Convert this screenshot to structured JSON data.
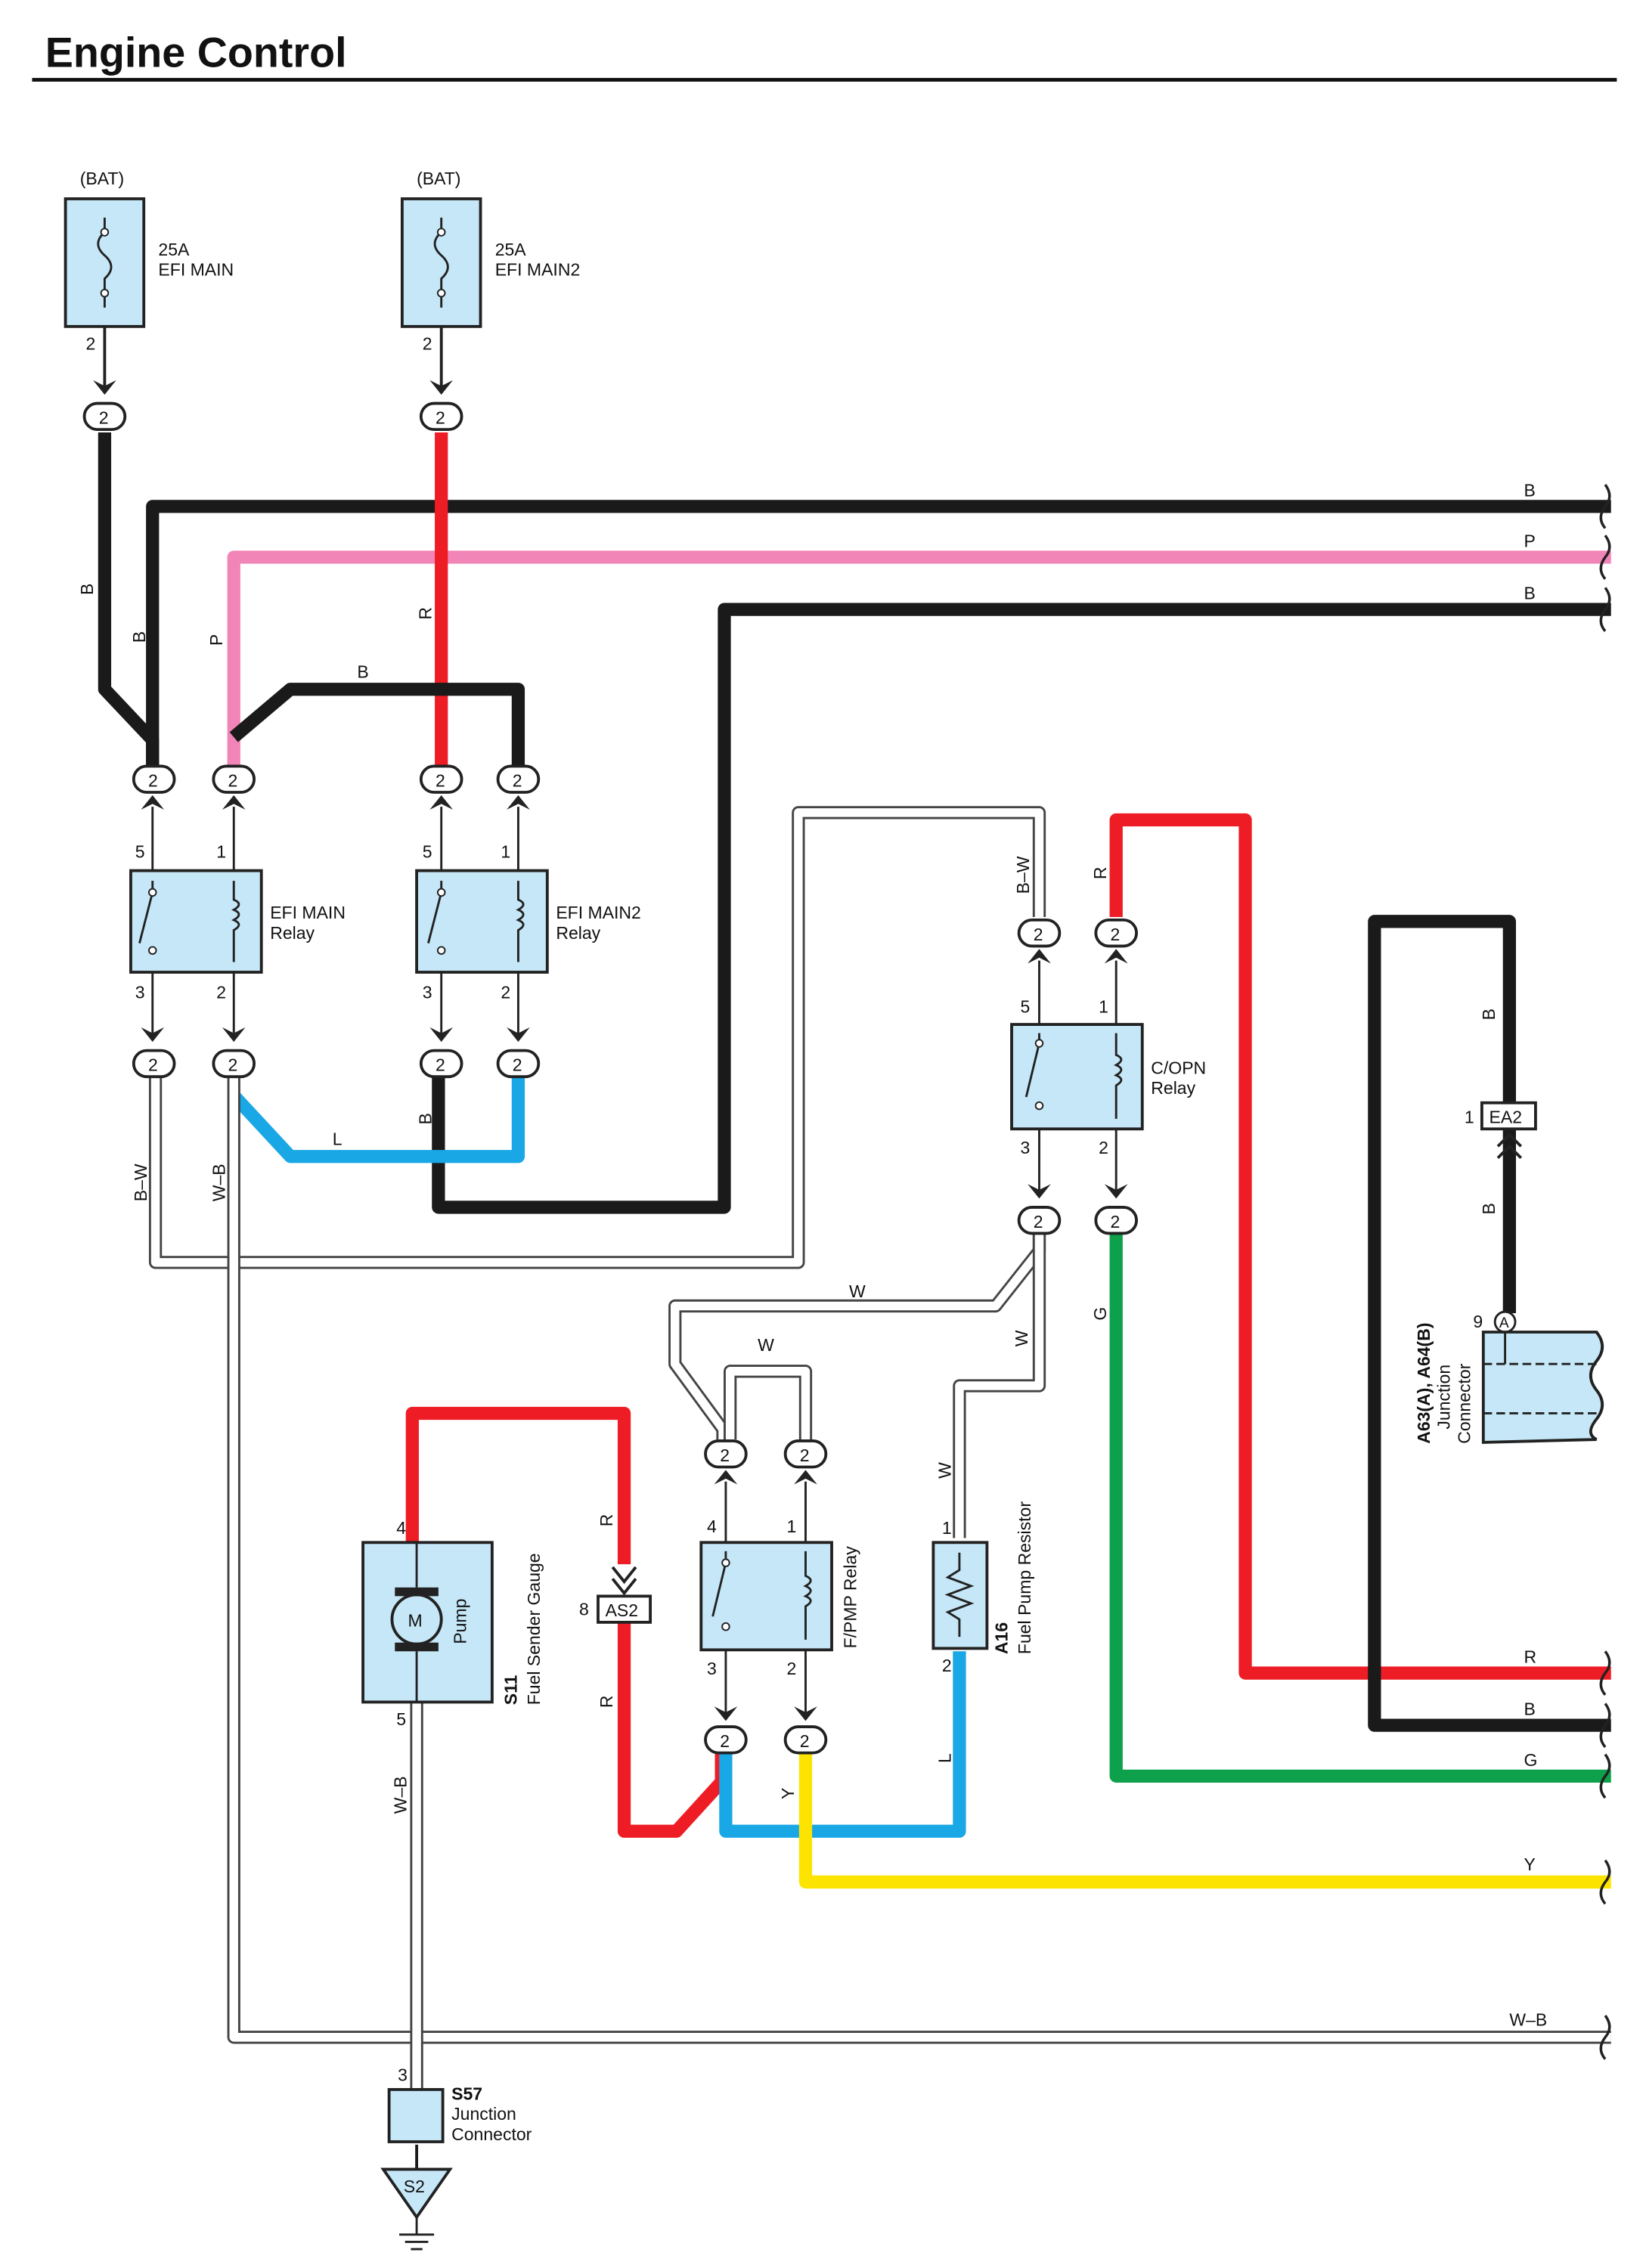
{
  "page": {
    "title": "Engine Control"
  },
  "colors": {
    "black": "#1a1a1a",
    "red": "#ee1c25",
    "pink": "#f285b7",
    "blue": "#1aa7e6",
    "green": "#0ca14a",
    "yellow": "#fde400",
    "component_fill": "#c6e7f7",
    "white_wire_outline": "#444444"
  },
  "fuses": [
    {
      "source": "(BAT)",
      "rating": "25A",
      "name": "EFI MAIN",
      "pin": "2",
      "connector": "2"
    },
    {
      "source": "(BAT)",
      "rating": "25A",
      "name": "EFI MAIN2",
      "pin": "2",
      "connector": "2"
    }
  ],
  "relays": {
    "efi_main": {
      "name_line1": "EFI MAIN",
      "name_line2": "Relay",
      "pin_tl": "5",
      "pin_tr": "1",
      "pin_bl": "3",
      "pin_br": "2"
    },
    "efi_main2": {
      "name_line1": "EFI MAIN2",
      "name_line2": "Relay",
      "pin_tl": "5",
      "pin_tr": "1",
      "pin_bl": "3",
      "pin_br": "2"
    },
    "copn": {
      "name_line1": "C/OPN",
      "name_line2": "Relay",
      "pin_tl": "5",
      "pin_tr": "1",
      "pin_bl": "3",
      "pin_br": "2"
    },
    "fpmp": {
      "name": "F/PMP Relay",
      "pin_tl": "4",
      "pin_tr": "1",
      "pin_bl": "3",
      "pin_br": "2"
    }
  },
  "connector_label": "2",
  "wire_labels": {
    "b": "B",
    "p": "P",
    "r": "R",
    "l": "L",
    "g": "G",
    "y": "Y",
    "w": "W",
    "bw": "B–W",
    "wb": "W–B"
  },
  "pump": {
    "code": "S11",
    "name": "Fuel Sender Gauge",
    "inner_label": "Pump",
    "motor": "M",
    "pin_top": "4",
    "pin_bottom": "5"
  },
  "resistor": {
    "code": "A16",
    "name": "Fuel Pump Resistor",
    "pin_top": "1",
    "pin_bottom": "2"
  },
  "as2": {
    "label": "AS2",
    "pin": "8"
  },
  "ea2": {
    "label": "EA2",
    "pin": "1"
  },
  "junction_a63": {
    "code": "A63(A), A64(B)",
    "name_line1": "Junction",
    "name_line2": "Connector",
    "pin": "9",
    "pin_letter": "A"
  },
  "junction_s57": {
    "code": "S57",
    "name_line1": "Junction",
    "name_line2": "Connector",
    "pin": "3"
  },
  "ground": {
    "label": "S2"
  }
}
